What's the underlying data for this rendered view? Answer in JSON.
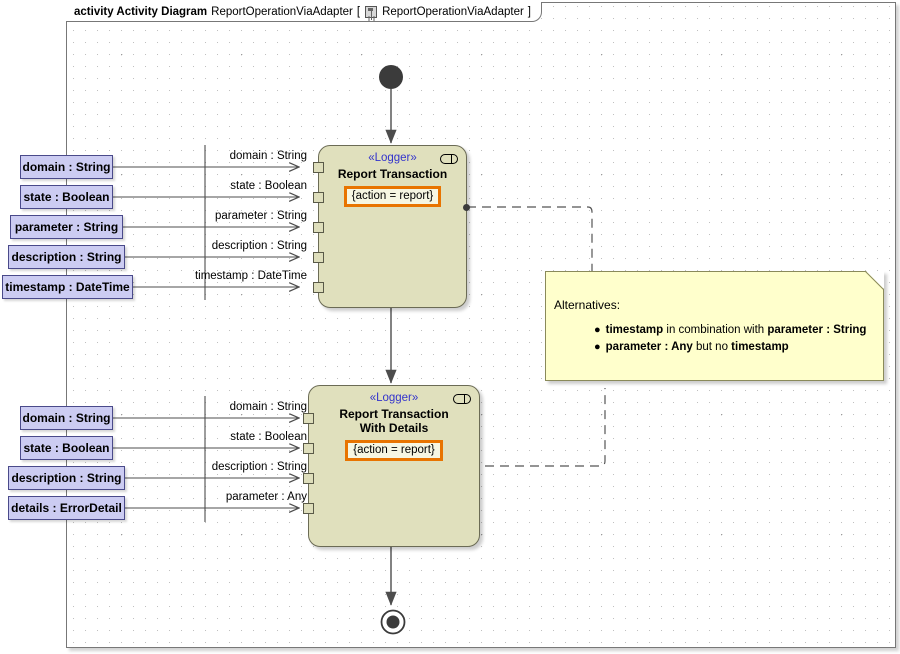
{
  "frame": {
    "keyword": "activity Activity Diagram",
    "name": "ReportOperationViaAdapter",
    "bracket_open": "[",
    "bracket_close": "]",
    "qualified_name": "ReportOperationViaAdapter",
    "icon": "activity-diagram-icon"
  },
  "colors": {
    "node_fill": "#e0e0bd",
    "node_border": "#6b6b55",
    "param_fill": "#ccccf2",
    "param_border": "#4a4a8a",
    "note_fill": "#ffffcc",
    "note_border": "#8a8a5a",
    "constraint_accent": "#e87400",
    "stereotype_text": "#3333cc",
    "edge_line": "#4d4d4d"
  },
  "nodes": {
    "initial": {
      "name": "initial-node"
    },
    "final": {
      "name": "activity-final-node"
    },
    "action1": {
      "stereotype": "«Logger»",
      "title_line1": "Report Transaction",
      "title_line2": "",
      "constraint": "{action = report}",
      "badge": "behavior-badge-icon"
    },
    "action2": {
      "stereotype": "«Logger»",
      "title_line1": "Report Transaction",
      "title_line2": "With Details",
      "constraint": "{action = report}",
      "badge": "behavior-badge-icon"
    }
  },
  "params_top": [
    {
      "label": "domain : String",
      "edge": "domain : String"
    },
    {
      "label": "state : Boolean",
      "edge": "state : Boolean"
    },
    {
      "label": "parameter : String",
      "edge": "parameter : String"
    },
    {
      "label": "description : String",
      "edge": "description : String"
    },
    {
      "label": "timestamp : DateTime",
      "edge": "timestamp : DateTime"
    }
  ],
  "params_bottom": [
    {
      "label": "domain : String",
      "edge": "domain : String"
    },
    {
      "label": "state : Boolean",
      "edge": "state : Boolean"
    },
    {
      "label": "description : String",
      "edge": "description : String"
    },
    {
      "label": "details : ErrorDetail",
      "edge": "parameter : Any"
    }
  ],
  "note": {
    "title": "Alternatives:",
    "items": [
      {
        "b1": "timestamp",
        "t1": " in combination with ",
        "b2": "parameter : String",
        "t2": ""
      },
      {
        "b1": "parameter : Any",
        "t1": " but no ",
        "b2": "timestamp",
        "t2": ""
      }
    ],
    "bullet": "●"
  }
}
